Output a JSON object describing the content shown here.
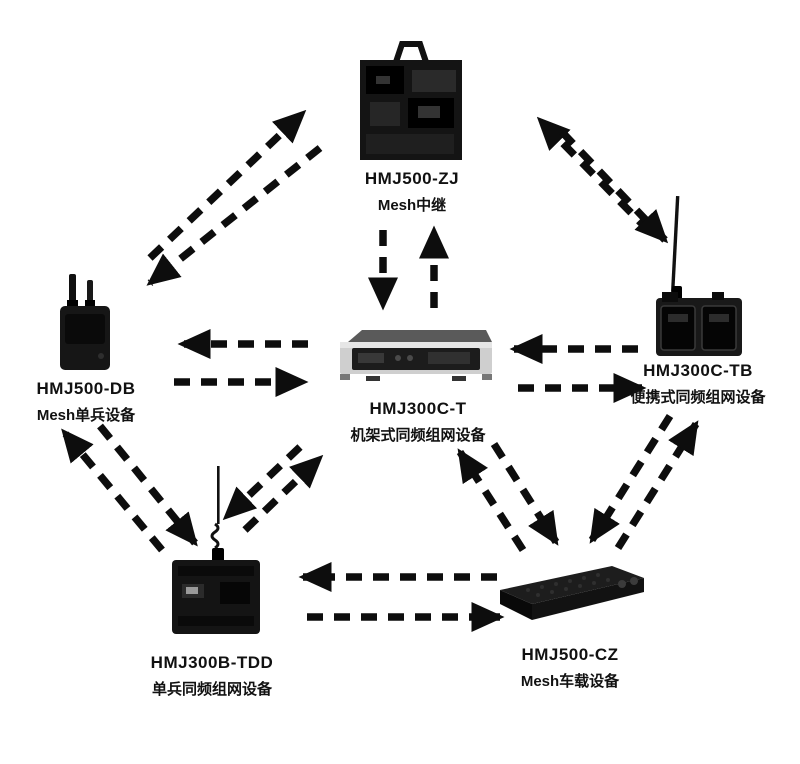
{
  "diagram": {
    "type": "network-topology",
    "devices": {
      "zj": {
        "model": "HMJ500-ZJ",
        "desc": "Mesh中继"
      },
      "db": {
        "model": "HMJ500-DB",
        "desc": "Mesh单兵设备"
      },
      "t": {
        "model": "HMJ300C-T",
        "desc": "机架式同频组网设备"
      },
      "tb": {
        "model": "HMJ300C-TB",
        "desc": "便携式同频组网设备"
      },
      "tdd": {
        "model": "HMJ300B-TDD",
        "desc": "单兵同频组网设备"
      },
      "cz": {
        "model": "HMJ500-CZ",
        "desc": "Mesh车载设备"
      }
    },
    "links": [
      {
        "from": "HMJ500-DB",
        "to": "HMJ500-ZJ",
        "bidirectional": true
      },
      {
        "from": "HMJ500-ZJ",
        "to": "HMJ300C-TB",
        "bidirectional": true
      },
      {
        "from": "HMJ500-ZJ",
        "to": "HMJ300C-T",
        "bidirectional": true
      },
      {
        "from": "HMJ500-DB",
        "to": "HMJ300C-T",
        "bidirectional": true
      },
      {
        "from": "HMJ300C-T",
        "to": "HMJ300C-TB",
        "bidirectional": true
      },
      {
        "from": "HMJ300C-T",
        "to": "HMJ300B-TDD",
        "bidirectional": true
      },
      {
        "from": "HMJ300C-T",
        "to": "HMJ500-CZ",
        "bidirectional": true
      },
      {
        "from": "HMJ500-DB",
        "to": "HMJ300B-TDD",
        "bidirectional": true
      },
      {
        "from": "HMJ300C-TB",
        "to": "HMJ500-CZ",
        "bidirectional": true
      },
      {
        "from": "HMJ300B-TDD",
        "to": "HMJ500-CZ",
        "bidirectional": true
      }
    ],
    "style": {
      "arrow_color": "#0d0d0d",
      "background": "#ffffff",
      "text_color": "#111111"
    }
  }
}
